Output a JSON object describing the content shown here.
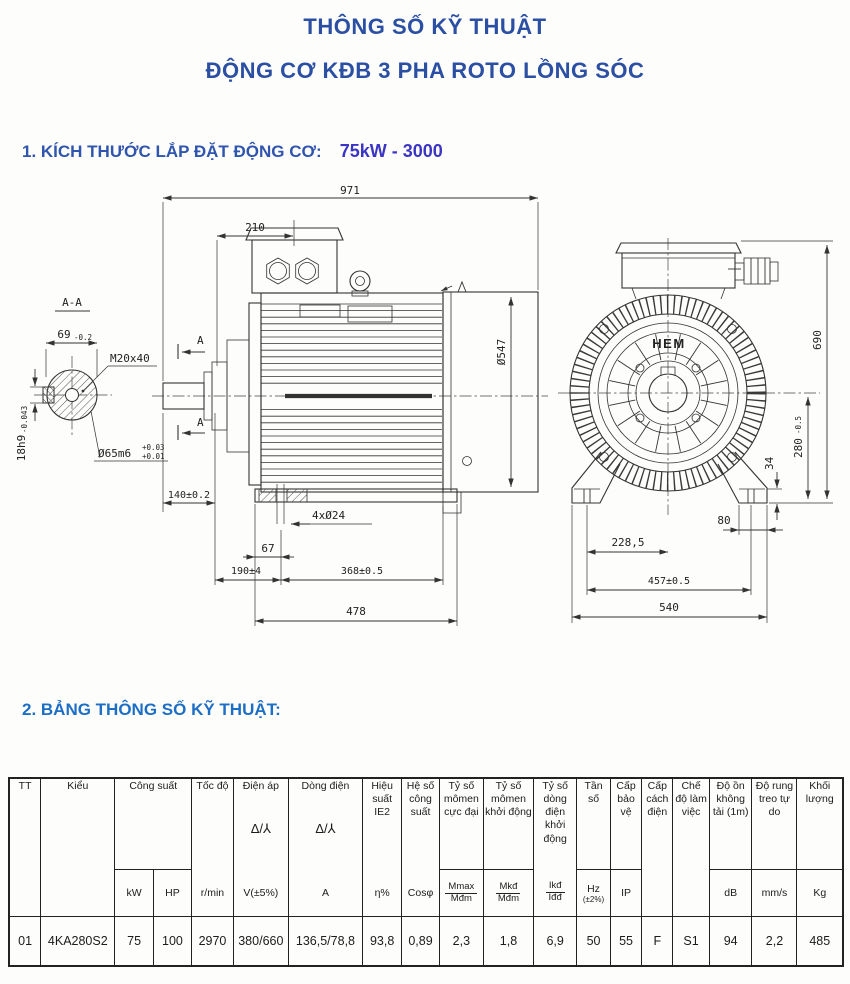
{
  "page": {
    "title_line1": "THÔNG SỐ KỸ THUẬT",
    "title_line2": "ĐỘNG CƠ KĐB 3 PHA ROTO LỒNG SÓC",
    "section1": {
      "label": "1. KÍCH THƯỚC LẮP ĐẶT ĐỘNG CƠ:",
      "value": "75kW - 3000"
    },
    "section2": {
      "label": "2. BẢNG THÔNG SỐ KỸ THUẬT:"
    },
    "colors": {
      "title_blue": "#2b4fa3",
      "accent_indigo": "#3b35c5",
      "section2_blue": "#1d6ec5"
    }
  },
  "drawing": {
    "section_label": "A-A",
    "view_marker": "A",
    "logo": "HEM",
    "dims": {
      "overall_length": "971",
      "box_offset": "210",
      "end_shield_dia": "Ø547",
      "shaft_length": "140±0.2",
      "foot_holes": "4xØ24",
      "hole_offset": "67",
      "shaft_to_foot": "190±4",
      "foot_span_side": "368±0.5",
      "foot_length": "478",
      "overall_height": "690",
      "shaft_height": "280",
      "shaft_height_tol": "-0.5",
      "foot_pad_height": "34",
      "foot_pad_width": "80",
      "half_foot_span": "228,5",
      "foot_span_front": "457±0.5",
      "foot_width_overall": "540",
      "key_flat": "69",
      "key_flat_tol": "-0.2",
      "key_section": "18h9",
      "key_section_tol": "-0.043",
      "thread": "M20x40",
      "shaft_dia": "Ø65m6",
      "shaft_dia_tol_upper": "+0.03",
      "shaft_dia_tol_lower": "+0.01"
    }
  },
  "table": {
    "headers": {
      "tt": "TT",
      "model": "Kiểu",
      "power": "Công suất",
      "speed": "Tốc độ",
      "voltage": "Điện áp",
      "current": "Dòng điện",
      "efficiency": "Hiệu suất IE2",
      "power_factor": "Hệ số công suất",
      "torque_max": "Tỷ số mômen cực đại",
      "torque_start": "Tỷ số mômen khởi động",
      "current_start": "Tỷ số dòng điện khởi động",
      "frequency": "Tần số",
      "protection": "Cấp bảo vệ",
      "insulation": "Cấp cách điện",
      "duty": "Chế độ làm việc",
      "noise": "Độ ồn không tải (1m)",
      "vibration": "Độ rung treo tự do",
      "mass": "Khối lượng"
    },
    "symbols": {
      "delta_star": "Δ/⅄"
    },
    "units": {
      "kw": "kW",
      "hp": "HP",
      "speed": "r/min",
      "voltage": "V(±5%)",
      "current": "A",
      "efficiency": "η%",
      "power_factor": "Cosφ",
      "mmax_num": "Mmax",
      "mmax_den": "Mđm",
      "mkd_num": "Mkđ",
      "mkd_den": "Mđm",
      "ikd_num": "Ikđ",
      "ikd_den": "Iđđ",
      "freq": "Hz",
      "freq_tol": "(±2%)",
      "protection": "IP",
      "noise": "dB",
      "vibration": "mm/s",
      "mass": "Kg"
    },
    "row": {
      "tt": "01",
      "model": "4KA280S2",
      "kw": "75",
      "hp": "100",
      "speed": "2970",
      "voltage": "380/660",
      "current": "136,5/78,8",
      "efficiency": "93,8",
      "power_factor": "0,89",
      "torque_max_ratio": "2,3",
      "torque_start_ratio": "1,8",
      "current_start_ratio": "6,9",
      "freq": "50",
      "protection": "55",
      "insulation": "F",
      "duty": "S1",
      "noise": "94",
      "vibration": "2,2",
      "mass": "485"
    }
  }
}
